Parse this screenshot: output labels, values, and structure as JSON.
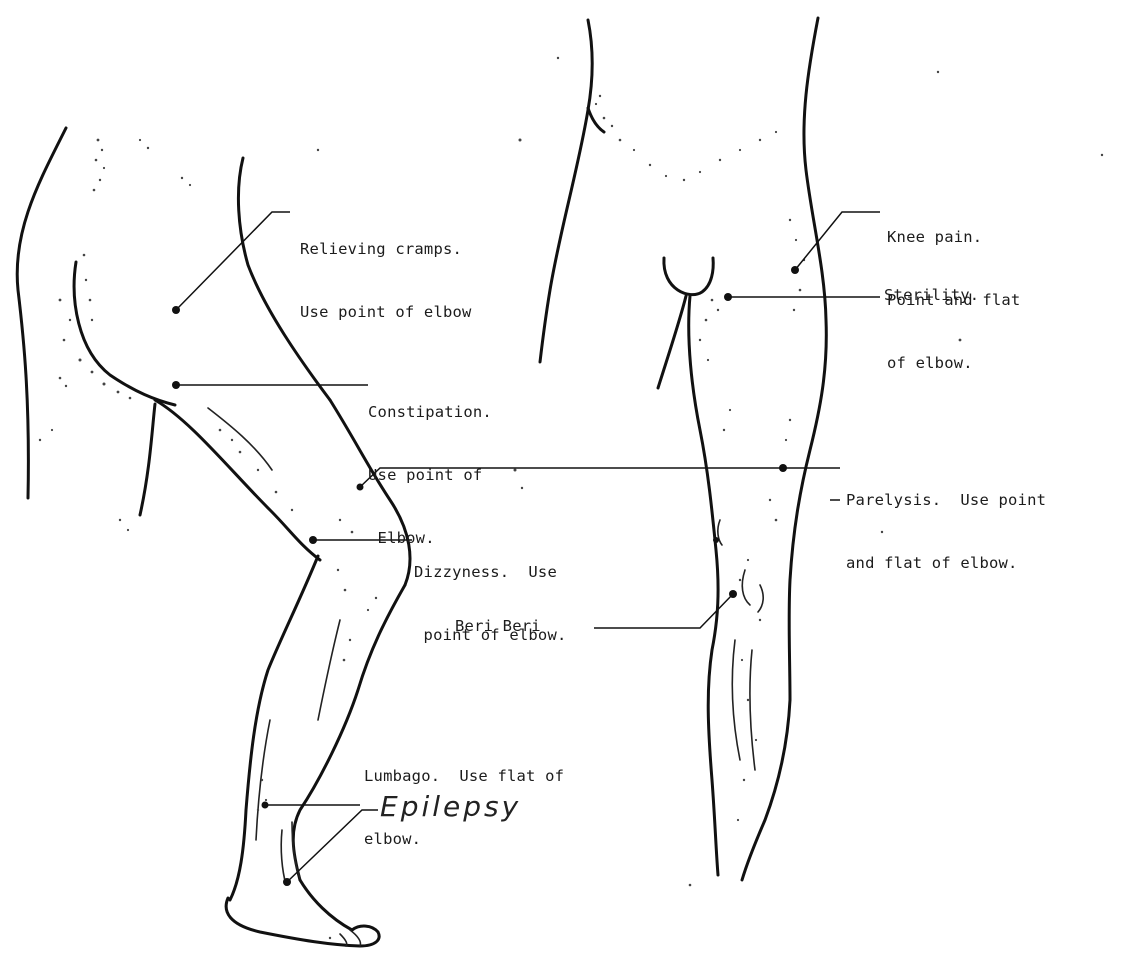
{
  "labels": {
    "relieving_cramps": [
      "Relieving cramps.",
      "Use point of elbow"
    ],
    "constipation": [
      "Constipation.",
      "Use point of",
      " Elbow."
    ],
    "dizzyness": [
      "Dizzyness.  Use",
      " point of elbow."
    ],
    "lumbago": [
      "Lumbago.  Use flat of",
      "elbow."
    ],
    "epilepsy": "Epilepsy",
    "knee_pain": [
      "Knee pain.",
      "Point and flat",
      "of elbow."
    ],
    "sterility": "Sterility.",
    "paralysis": [
      "Parelysis.  Use point",
      "and flat of elbow."
    ],
    "beri_beri": "Beri Beri"
  },
  "colors": {
    "ink": "#111111",
    "paper": "#ffffff"
  }
}
